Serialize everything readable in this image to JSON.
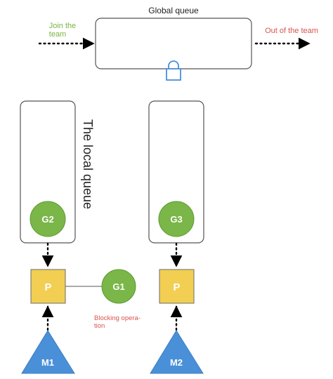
{
  "global_queue": {
    "title": "Global queue",
    "join_label_line1": "Join the",
    "join_label_line2": "team",
    "out_label": "Out of the team",
    "lock_icon": "lock-icon"
  },
  "local_queue": {
    "label": "The local queue"
  },
  "goroutines": {
    "g1": "G1",
    "g2": "G2",
    "g3": "G3"
  },
  "processors": {
    "p1": "P",
    "p2": "P"
  },
  "machines": {
    "m1": "M1",
    "m2": "M2"
  },
  "blocking": {
    "line1": "Blocking opera-",
    "line2": "tion"
  },
  "colors": {
    "green_text": "#7cb342",
    "red_text": "#d9534f",
    "goroutine_fill": "#7ab648",
    "goroutine_stroke": "#5f9a34",
    "processor_fill": "#f2cf52",
    "processor_stroke": "#6b6b6b",
    "machine_fill": "#4a90d9",
    "lock_stroke": "#4a90d9",
    "box_stroke": "#555555",
    "text_dark": "#222222"
  }
}
